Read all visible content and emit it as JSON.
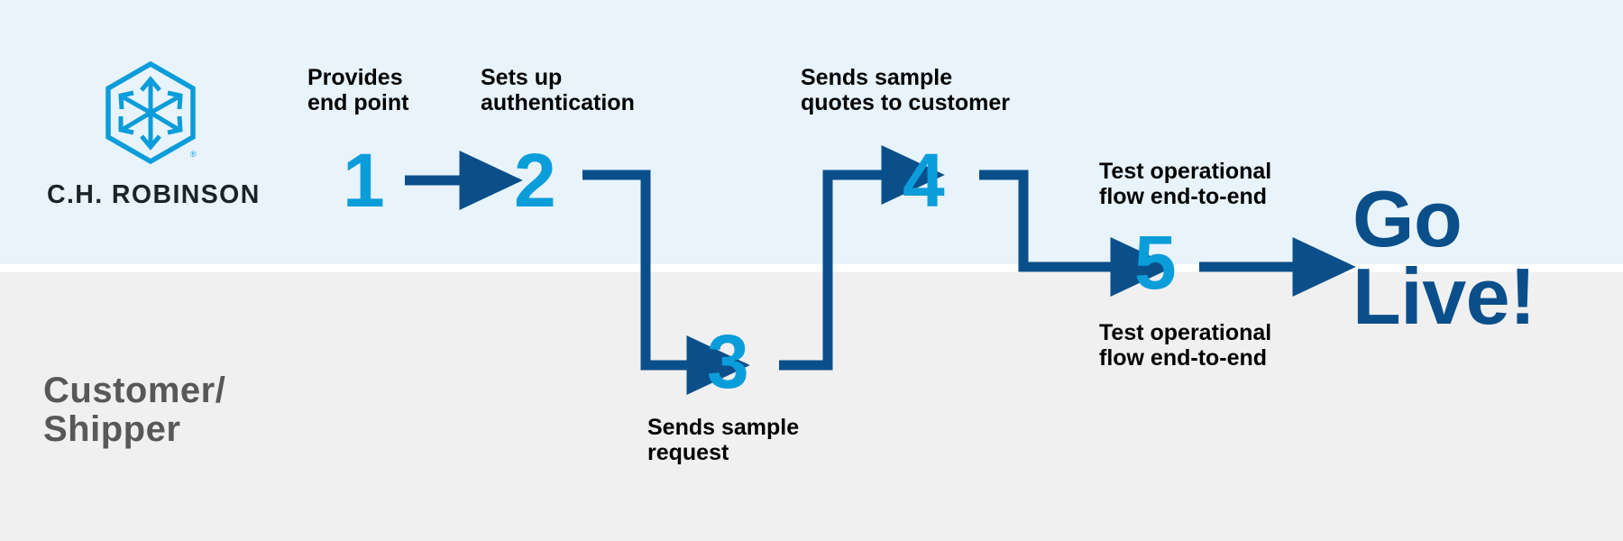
{
  "palette": {
    "band_top_bg": "#e8f3fb",
    "band_bottom_bg": "#f0f0f0",
    "accent_light_blue": "#0b9dda",
    "accent_dark_blue": "#0b4f8a",
    "caption_text": "#000000",
    "lane_label_text": "#58585a",
    "logo_wordmark": "#1b232a"
  },
  "brand": {
    "logo_icon": "ch-robinson-hexagon-logo-icon",
    "wordmark": "C.H. ROBINSON",
    "registered_mark": "®"
  },
  "lanes": [
    {
      "id": "lane-chrobinson",
      "label": ""
    },
    {
      "id": "lane-customer",
      "label": "Customer/\nShipper"
    }
  ],
  "steps": [
    {
      "number": "1",
      "caption": "Provides\nend point",
      "caption_position": "above",
      "lane": "chrobinson"
    },
    {
      "number": "2",
      "caption": "Sets up\nauthentication",
      "caption_position": "above",
      "lane": "chrobinson"
    },
    {
      "number": "3",
      "caption": "Sends sample\nrequest",
      "caption_position": "below",
      "lane": "customer"
    },
    {
      "number": "4",
      "caption": "Sends sample\nquotes to customer",
      "caption_position": "above",
      "lane": "chrobinson"
    },
    {
      "number": "5",
      "caption_above": "Test operational\nflow end-to-end",
      "caption_below": "Test operational\nflow end-to-end",
      "caption_position": "both",
      "lane": "straddle"
    }
  ],
  "connectors": [
    {
      "id": "arrow-1-to-2",
      "from": "1",
      "to": "2",
      "shape": "straight-right"
    },
    {
      "id": "arrow-2-to-3",
      "from": "2",
      "to": "3",
      "shape": "elbow-down-right"
    },
    {
      "id": "arrow-3-to-4",
      "from": "3",
      "to": "4",
      "shape": "elbow-up-right"
    },
    {
      "id": "arrow-4-to-5",
      "from": "4",
      "to": "5",
      "shape": "elbow-down-right"
    },
    {
      "id": "arrow-5-to-golive",
      "from": "5",
      "to": "go-live",
      "shape": "straight-right"
    }
  ],
  "outcome": {
    "label": "Go\nLive!"
  }
}
